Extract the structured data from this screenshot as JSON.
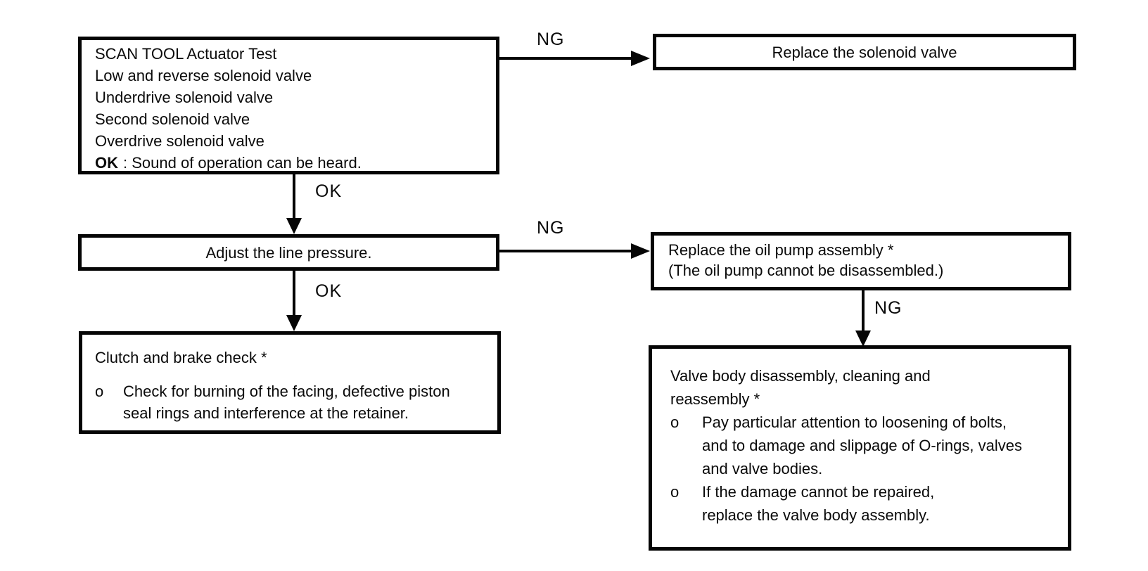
{
  "nodes": {
    "scan_tool_test": {
      "lines": [
        "SCAN TOOL Actuator Test",
        "Low and reverse solenoid valve",
        "Underdrive solenoid valve",
        "Second solenoid valve",
        "Overdrive solenoid valve"
      ],
      "ok_keyword": "OK",
      "ok_note": ": Sound of operation can be heard."
    },
    "replace_solenoid_valve": {
      "text": "Replace the solenoid valve"
    },
    "adjust_line_pressure": {
      "text": "Adjust the line pressure."
    },
    "replace_oil_pump": {
      "line1": "Replace the oil pump assembly *",
      "line2": "(The oil pump cannot be disassembled.)"
    },
    "clutch_brake_check": {
      "title": "Clutch and brake check *",
      "bullet": "o",
      "item": "Check for burning of the facing, defective piston seal rings and interference at the retainer."
    },
    "valve_body": {
      "title": "Valve body disassembly, cleaning and reassembly *",
      "bullet": "o",
      "item1": "Pay particular attention to loosening of bolts, and to damage and slippage of O-rings, valves and valve bodies.",
      "item2": "If the damage cannot be repaired, replace the valve body assembly."
    }
  },
  "edges": {
    "scan_ng_label": "NG",
    "scan_ok_label": "OK",
    "adjust_ng_label": "NG",
    "adjust_ok_label": "OK",
    "oil_pump_ng_label": "NG"
  },
  "colors": {
    "line": "#050505",
    "background": "#ffffff"
  }
}
